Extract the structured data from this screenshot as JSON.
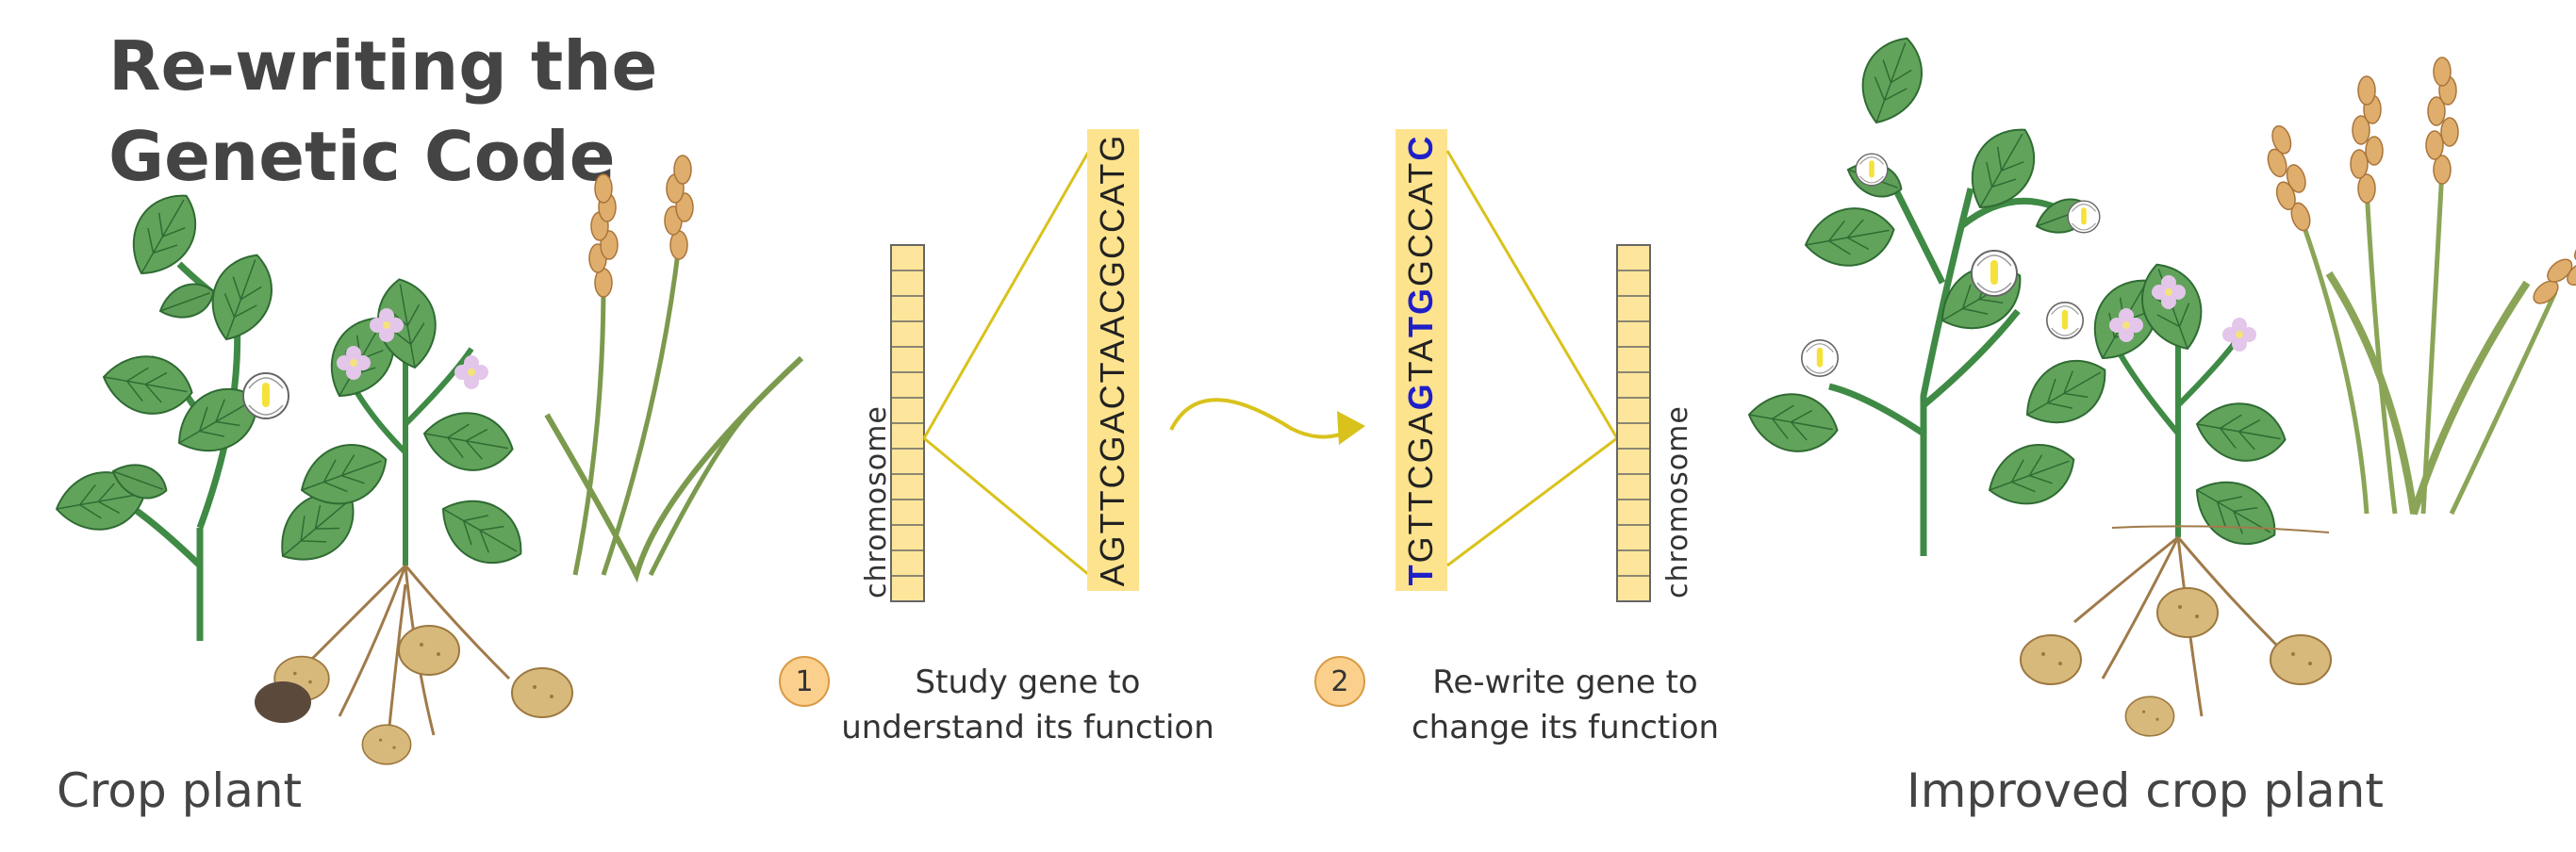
{
  "title": {
    "line1": "Re-writing the",
    "line2": "Genetic Code"
  },
  "left_caption": "Crop plant",
  "right_caption": "Improved crop plant",
  "chromosome_label": "chromosome",
  "sequence_original": "AGTTCGACTAACGCCATG",
  "sequence_rewritten": [
    {
      "text": "T",
      "edited": true
    },
    {
      "text": "GTTCGA",
      "edited": false
    },
    {
      "text": "G",
      "edited": true
    },
    {
      "text": "TA",
      "edited": false
    },
    {
      "text": "TG",
      "edited": true
    },
    {
      "text": "GCCAT",
      "edited": false
    },
    {
      "text": "C",
      "edited": true
    }
  ],
  "steps": [
    {
      "number": "1",
      "line1": "Study gene to",
      "line2": "understand its function"
    },
    {
      "number": "2",
      "line1": "Re-write gene to",
      "line2": "change its function"
    }
  ],
  "colors": {
    "chromosome_fill": "#fde69b",
    "sequence_highlight": "#fde38e",
    "connector": "#d9c21c",
    "edited_base": "#1f1fc8",
    "badge_fill": "#fbd08d",
    "leaf": "#5a9a55",
    "wheat": "#d9a35f",
    "potato": "#d6b57a"
  },
  "icons": [
    "cotton-plant",
    "potato-plant",
    "wheat-plant",
    "arrow-curve",
    "chromosome"
  ]
}
